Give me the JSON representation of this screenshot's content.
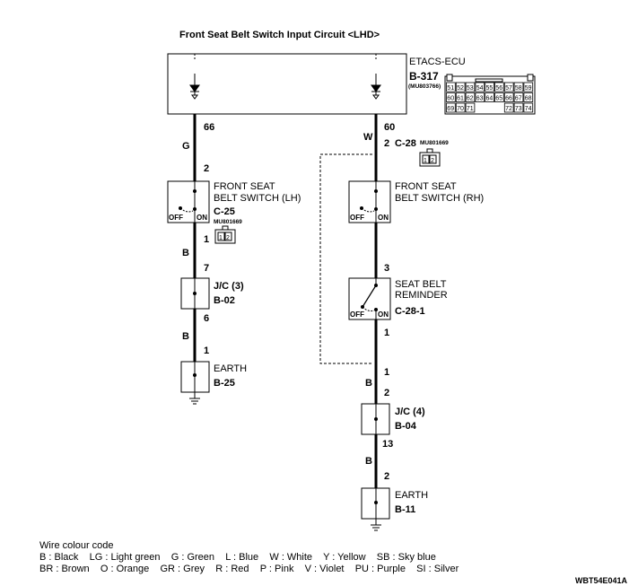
{
  "title": "Front Seat Belt Switch Input Circuit <LHD>",
  "ecu": {
    "name": "ETACS-ECU",
    "connector": "B-317",
    "part": "(MU803766)",
    "pins_row1": [
      "51",
      "52",
      "53",
      "54",
      "55",
      "56",
      "57",
      "58",
      "59"
    ],
    "pins_row2": [
      "60",
      "61",
      "62",
      "63",
      "64",
      "65",
      "66",
      "67",
      "68"
    ],
    "pins_row3": [
      "69",
      "70",
      "71",
      "72",
      "73",
      "74"
    ]
  },
  "left": {
    "pin_ecu": "66",
    "wire1": "G",
    "pin_sw_in": "2",
    "switch": {
      "line1": "FRONT SEAT",
      "line2": "BELT SWITCH (LH)",
      "connector": "C-25",
      "part": "MU801669",
      "off": "OFF",
      "on": "ON",
      "cpins": [
        "1",
        "2"
      ]
    },
    "pin_sw_out": "1",
    "wire2": "B",
    "pin_jc_in": "7",
    "jc": {
      "name": "J/C (3)",
      "connector": "B-02"
    },
    "pin_jc_out": "6",
    "wire3": "B",
    "pin_earth": "1",
    "earth": {
      "name": "EARTH",
      "connector": "B-25"
    }
  },
  "right": {
    "pin_ecu": "60",
    "wire1": "W",
    "pin_conn": "2",
    "conn": "C-28",
    "part": "MU801669",
    "cpins": [
      "1",
      "2"
    ],
    "switch": {
      "line1": "FRONT SEAT",
      "line2": "BELT SWITCH (RH)",
      "off": "OFF",
      "on": "ON"
    },
    "pin_rem_in": "3",
    "reminder": {
      "line1": "SEAT BELT",
      "line2": "REMINDER",
      "connector": "C-28-1",
      "off": "OFF",
      "on": "ON"
    },
    "pin_rem_out": "1",
    "pin_jc_top": "1",
    "wire2": "B",
    "pin_jc_in": "2",
    "jc": {
      "name": "J/C (4)",
      "connector": "B-04"
    },
    "pin_jc_out": "13",
    "wire3": "B",
    "pin_earth": "2",
    "earth": {
      "name": "EARTH",
      "connector": "B-11"
    }
  },
  "legend": {
    "title": "Wire colour code",
    "line1": "B : Black    LG : Light green    G : Green    L : Blue    W : White    Y : Yellow    SB : Sky blue",
    "line2": "BR : Brown    O : Orange    GR : Grey    R : Red    P : Pink    V : Violet    PU : Purple    SI : Silver"
  },
  "figure_id": "WBT54E041A"
}
